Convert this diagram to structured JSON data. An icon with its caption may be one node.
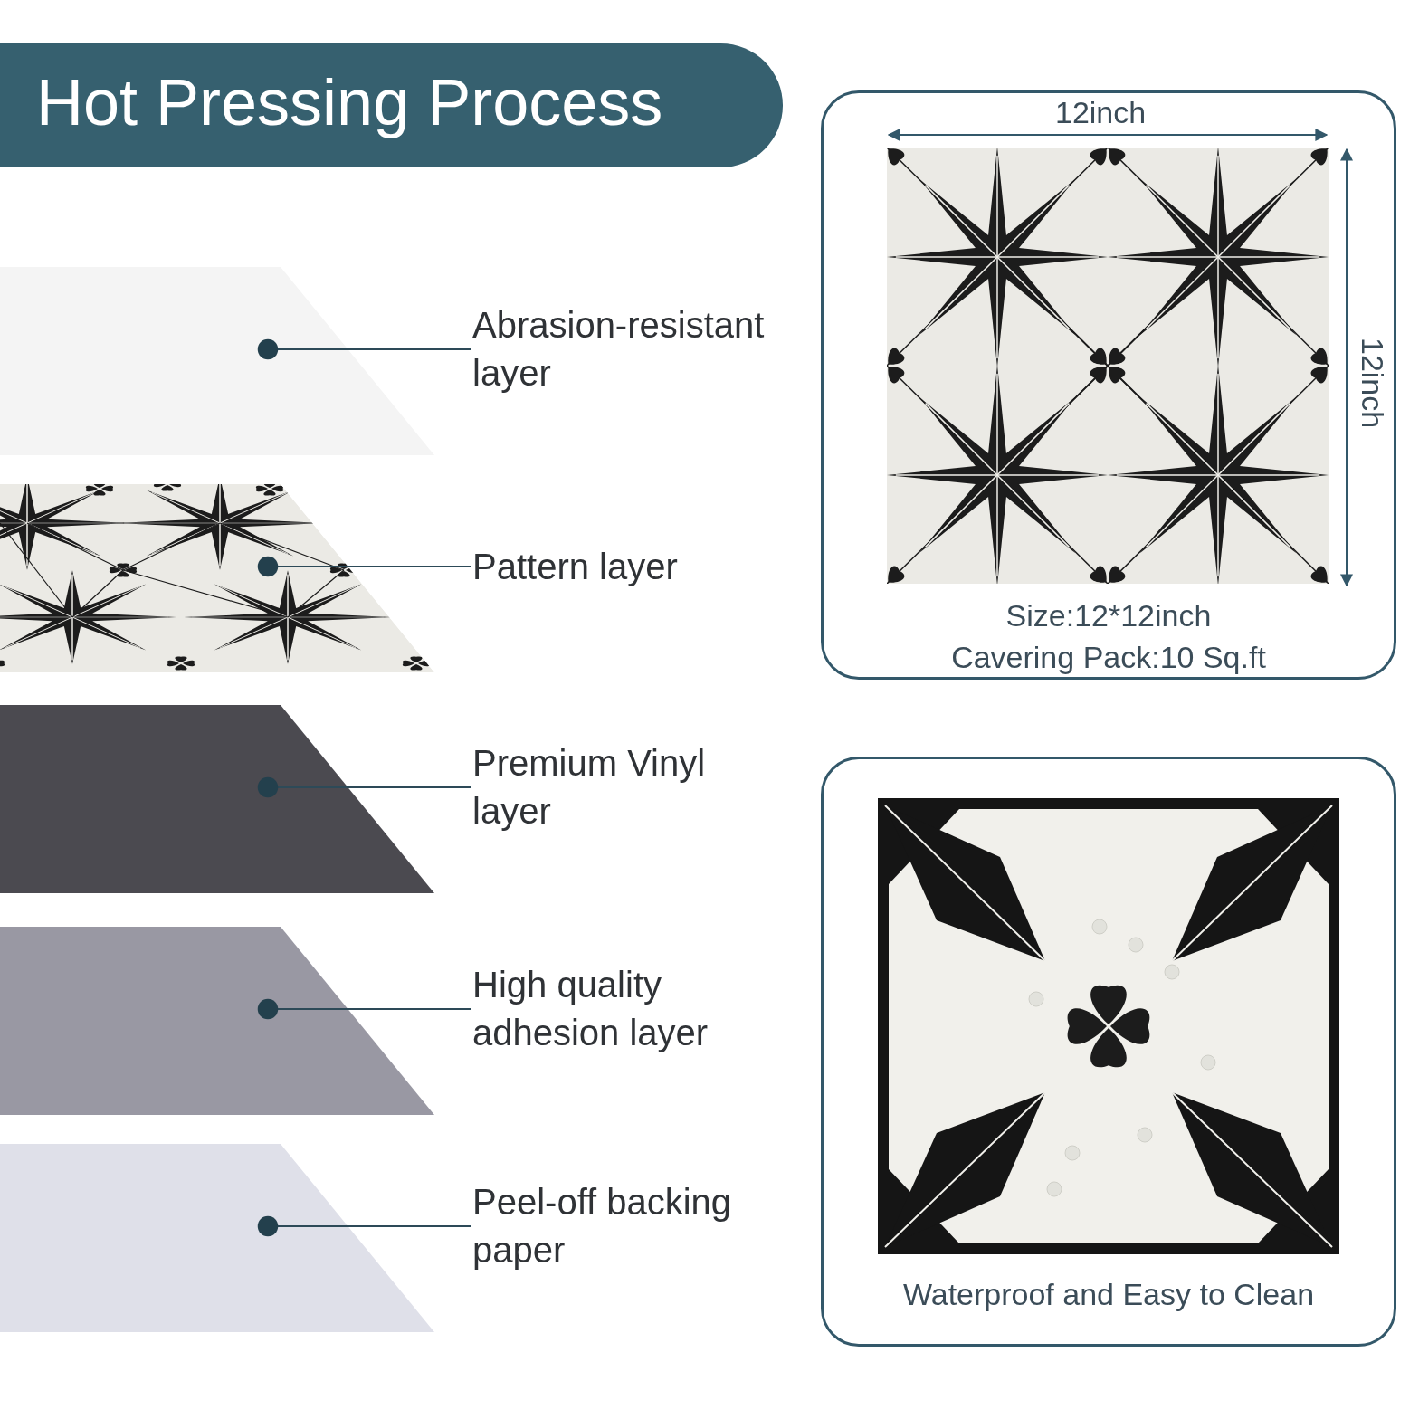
{
  "diagram": {
    "title": "Hot Pressing Process",
    "nodes": [
      {
        "text": [],
        "shape": "box"
      },
      {
        "text": [],
        "shape": "box"
      },
      {
        "text": [],
        "shape": "box"
      },
      {
        "text": [],
        "shape": "box"
      },
      {
        "text": [],
        "shape": "box"
      },
      {
        "text": [
          "Abrasion-resistant layer"
        ]
      },
      {
        "text": [
          "Pattern layer"
        ]
      },
      {
        "text": [
          "Premium Vinyl layer"
        ]
      },
      {
        "text": [
          "High quality adhesion layer"
        ]
      },
      {
        "text": [
          "Peel-off backing paper"
        ]
      },
      {
        "text": [
          "Size:12*12inch",
          "Cavering Pack:10 Sq.ft"
        ]
      },
      {
        "text": [
          "Waterproof and Easy to Clean"
        ]
      }
    ],
    "edges": [
      {
        "from": 5,
        "to": 0,
        "arrow": "other"
      },
      {
        "from": 6,
        "to": 1,
        "arrow": "other"
      },
      {
        "from": 7,
        "to": 2,
        "arrow": "other"
      },
      {
        "from": 8,
        "to": 3,
        "arrow": "other"
      },
      {
        "from": 9,
        "to": 4,
        "arrow": "other"
      }
    ],
    "labels": [
      "12inch",
      "12inch"
    ]
  }
}
